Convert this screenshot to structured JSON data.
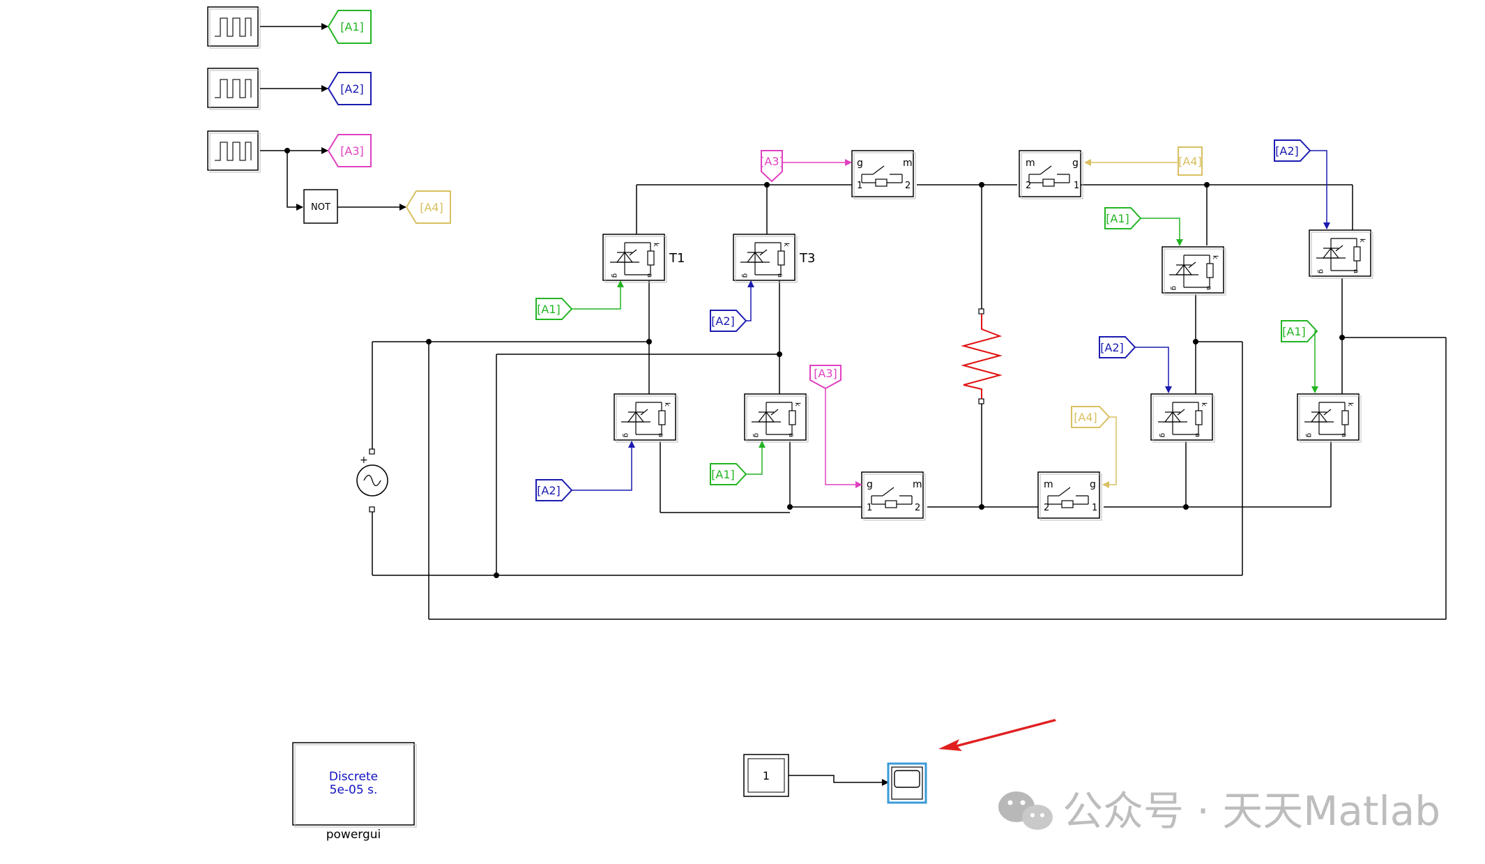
{
  "labels": {
    "goto_a1": "[A1]",
    "goto_a2": "[A2]",
    "goto_a3": "[A3]",
    "goto_a4": "[A4]",
    "not_block": "NOT",
    "thyristor_t1": "T1",
    "thyristor_t3": "T3",
    "switch_g": "g",
    "switch_m": "m",
    "switch_port_1": "1",
    "switch_port_2": "2",
    "thy_k": "k",
    "thy_g": "g",
    "thy_a": "a",
    "source_plus": "+",
    "constant_value": "1",
    "powergui_line1": "Discrete",
    "powergui_line2": "5e-05 s.",
    "powergui_name": "powergui",
    "watermark": "公众号 · 天天Matlab"
  },
  "colors": {
    "a1": "#22b422",
    "a2": "#1a1ab0",
    "a3": "#e040c0",
    "a4": "#d8c060",
    "resistor": "#e01010",
    "arrow": "#e02020",
    "scope_highlight": "#3a9ad8",
    "powergui_text": "#1010c0"
  },
  "icons": {
    "pulse": "pulse-generator-icon",
    "scope": "scope-icon",
    "ac_source": "ac-source-icon"
  }
}
